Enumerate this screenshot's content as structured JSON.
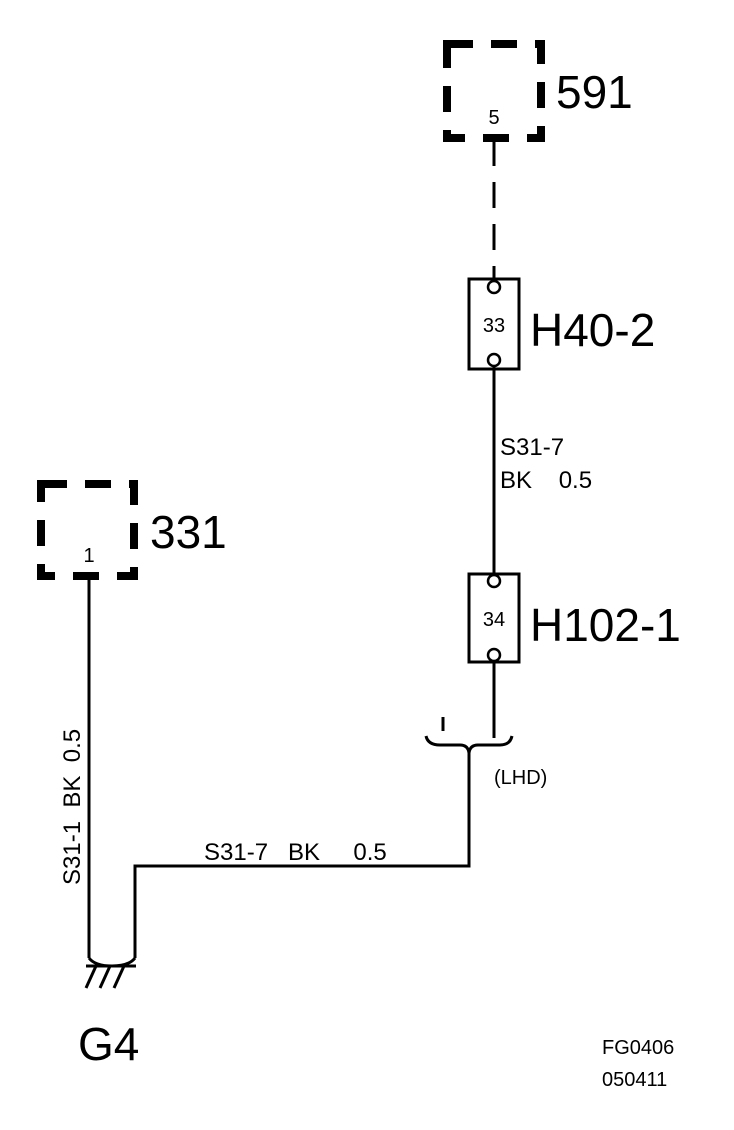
{
  "components": {
    "c591": {
      "ref": "591",
      "pin": "5"
    },
    "c331": {
      "ref": "331",
      "pin": "1"
    }
  },
  "connectors": {
    "h40": {
      "ref": "H40-2",
      "pin": "33"
    },
    "h102": {
      "ref": "H102-1",
      "pin": "34"
    }
  },
  "wires": {
    "upper": {
      "line1": "S31-7",
      "line2": "BK    0.5"
    },
    "left": {
      "label": "S31-1  BK  0.5"
    },
    "bottom": {
      "label": "S31-7   BK     0.5"
    }
  },
  "splice": {
    "label": "(LHD)"
  },
  "ground": {
    "ref": "G4"
  },
  "figure": {
    "code": "FG0406",
    "date": "050411"
  }
}
